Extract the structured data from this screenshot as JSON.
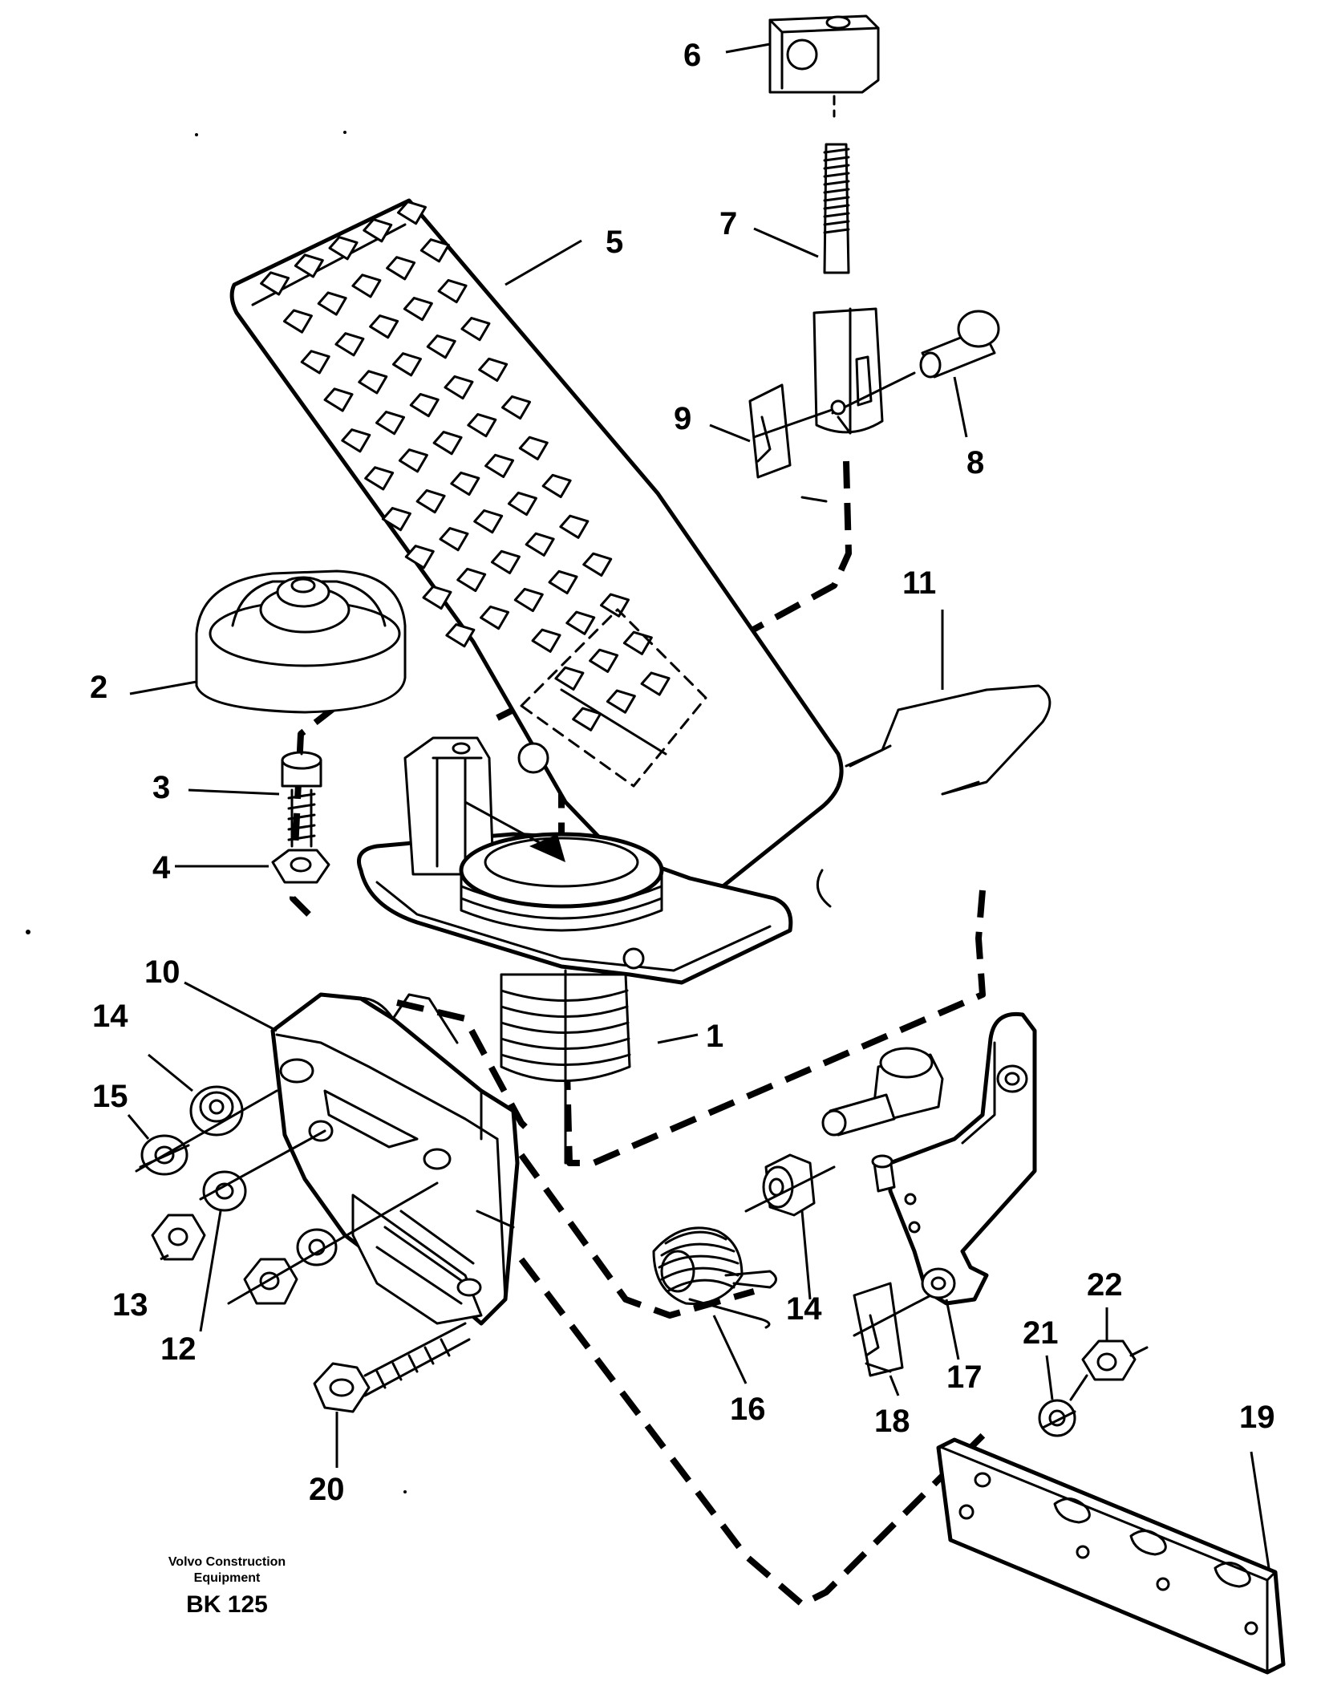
{
  "diagram": {
    "callouts": [
      {
        "label": "1"
      },
      {
        "label": "2"
      },
      {
        "label": "3"
      },
      {
        "label": "4"
      },
      {
        "label": "5"
      },
      {
        "label": "6"
      },
      {
        "label": "7"
      },
      {
        "label": "8"
      },
      {
        "label": "9"
      },
      {
        "label": "10"
      },
      {
        "label": "11"
      },
      {
        "label": "12"
      },
      {
        "label": "13"
      },
      {
        "label": "14"
      },
      {
        "label": "14"
      },
      {
        "label": "15"
      },
      {
        "label": "16"
      },
      {
        "label": "17"
      },
      {
        "label": "18"
      },
      {
        "label": "19"
      },
      {
        "label": "20"
      },
      {
        "label": "21"
      },
      {
        "label": "22"
      }
    ],
    "footer": {
      "brand_line1": "Volvo Construction",
      "brand_line2": "Equipment",
      "code": "BK 125"
    }
  }
}
